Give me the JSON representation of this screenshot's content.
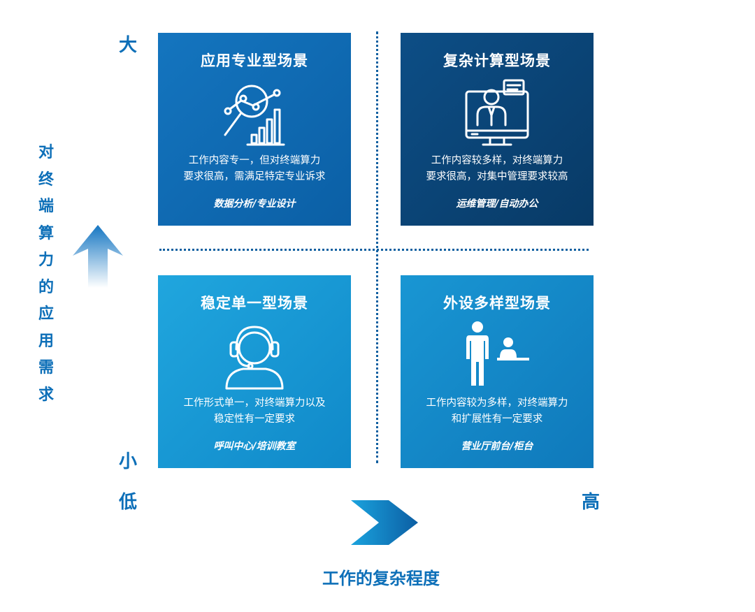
{
  "y_axis": {
    "title": "对终端算力的应用需求",
    "top_label": "大",
    "bottom_label": "小"
  },
  "x_axis": {
    "title": "工作的复杂程度",
    "left_label": "低",
    "right_label": "高"
  },
  "colors": {
    "accent": "#0d6fb8",
    "q_top_left": "#1475bf",
    "q_top_right": "#0b4577",
    "q_bottom_left": "#1a9bd7",
    "q_bottom_right": "#1488c9"
  },
  "quadrants": {
    "top_left": {
      "title": "应用专业型场景",
      "icon": "analytics-chart-icon",
      "desc_line1": "工作内容专一，但对终端算力",
      "desc_line2": "要求很高，需满足特定专业诉求",
      "example": "数据分析/专业设计"
    },
    "top_right": {
      "title": "复杂计算型场景",
      "icon": "monitor-presenter-icon",
      "desc_line1": "工作内容较多样，对终端算力",
      "desc_line2": "要求很高，对集中管理要求较高",
      "example": "运维管理/自动办公"
    },
    "bottom_left": {
      "title": "稳定单一型场景",
      "icon": "headset-agent-icon",
      "desc_line1": "工作形式单一，对终端算力以及",
      "desc_line2": "稳定性有一定要求",
      "example": "呼叫中心/培训教室"
    },
    "bottom_right": {
      "title": "外设多样型场景",
      "icon": "service-counter-icon",
      "desc_line1": "工作内容较为多样，对终端算力",
      "desc_line2": "和扩展性有一定要求",
      "example": "营业厅前台/柜台"
    }
  }
}
